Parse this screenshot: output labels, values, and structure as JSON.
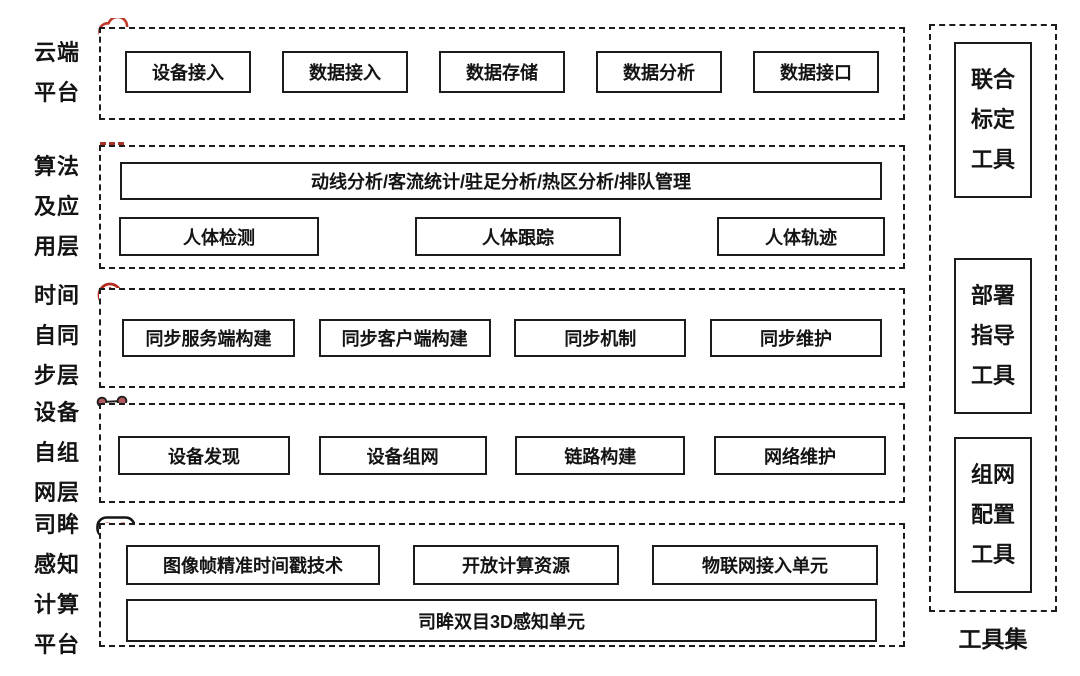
{
  "colors": {
    "accent_red": "#c0392b",
    "line": "#1c1c1c",
    "background": "#ffffff"
  },
  "layers": [
    {
      "name": "cloud-platform",
      "label": [
        "云端",
        "平台"
      ],
      "icon": "cloud-icon",
      "boxes": [
        "设备接入",
        "数据接入",
        "数据存储",
        "数据分析",
        "数据接口"
      ]
    },
    {
      "name": "algorithm-application-layer",
      "label": [
        "算法",
        "及应",
        "用层"
      ],
      "icon": "grid-icon",
      "wide_box": "动线分析/客流统计/驻足分析/热区分析/排队管理",
      "boxes": [
        "人体检测",
        "人体跟踪",
        "人体轨迹"
      ]
    },
    {
      "name": "time-self-sync-layer",
      "label": [
        "时间",
        "自同",
        "步层"
      ],
      "icon": "clock-icon",
      "boxes": [
        "同步服务端构建",
        "同步客户端构建",
        "同步机制",
        "同步维护"
      ]
    },
    {
      "name": "device-self-network-layer",
      "label": [
        "设备",
        "自组",
        "网层"
      ],
      "icon": "network-icon",
      "boxes": [
        "设备发现",
        "设备组网",
        "链路构建",
        "网络维护"
      ]
    },
    {
      "name": "simou-perception-computing-platform",
      "label": [
        "司眸",
        "感知",
        "计算",
        "平台"
      ],
      "icon": "stereo-camera-icon",
      "boxes": [
        "图像帧精准时间戳技术",
        "开放计算资源",
        "物联网接入单元"
      ],
      "wide_box": "司眸双目3D感知单元"
    }
  ],
  "toolset": {
    "caption": "工具集",
    "tools": [
      {
        "label": [
          "联合",
          "标定",
          "工具"
        ]
      },
      {
        "label": [
          "部署",
          "指导",
          "工具"
        ]
      },
      {
        "label": [
          "组网",
          "配置",
          "工具"
        ]
      }
    ]
  }
}
